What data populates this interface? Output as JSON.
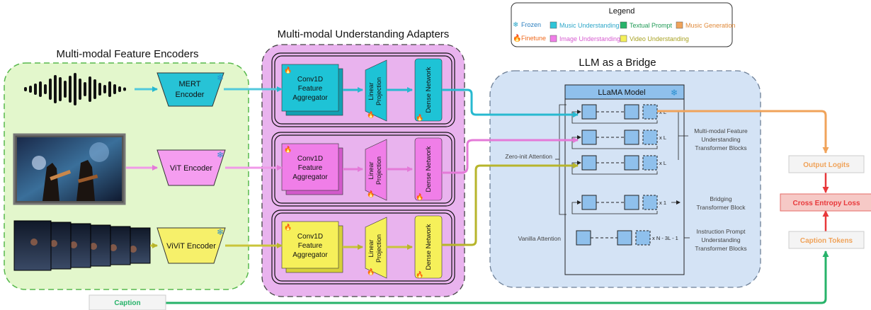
{
  "legend": {
    "title": "Legend",
    "frozen": "Frozen",
    "finetune": "Finetune",
    "music_understanding": "Music Understanding",
    "image_understanding": "Image Understanding",
    "textual_prompt": "Textual Prompt",
    "video_understanding": "Video Understanding",
    "music_generation": "Music Generation"
  },
  "sections": {
    "encoders_title": "Multi-modal Feature Encoders",
    "adapters_title": "Multi-modal Understanding Adapters",
    "bridge_title": "LLM as a Bridge"
  },
  "encoders": {
    "mert_line1": "MERT",
    "mert_line2": "Encoder",
    "vit": "ViT Encoder",
    "vivit": "ViViT Encoder"
  },
  "adapter": {
    "conv_line1": "Conv1D",
    "conv_line2": "Feature",
    "conv_line3": "Aggregator",
    "linear_line1": "Linear",
    "linear_line2": "Projection",
    "dense": "Dense Network"
  },
  "llama": {
    "title": "LLaMA Model",
    "xl": "x L",
    "x1": "x 1",
    "xn": "x N - 3L - 1",
    "zero_init": "Zero-init Attention",
    "vanilla": "Vanilla Attention",
    "mm_line1": "Multi-modal Feature",
    "mm_line2": "Understanding",
    "mm_line3": "Transformer Blocks",
    "bridging_line1": "Bridging",
    "bridging_line2": "Transformer Block",
    "instr_line1": "Instruction Prompt",
    "instr_line2": "Understanding",
    "instr_line3": "Transformer Blocks"
  },
  "outputs": {
    "logits": "Output Logits",
    "ce_loss": "Cross Entropy Loss",
    "caption_tokens": "Caption Tokens",
    "caption": "Caption"
  },
  "colors": {
    "music": "#2ec5d8",
    "image": "#f07ee8",
    "video": "#c4c22e",
    "text_prompt": "#27b36a",
    "music_gen": "#f0a35a",
    "loss": "#e8383b"
  }
}
